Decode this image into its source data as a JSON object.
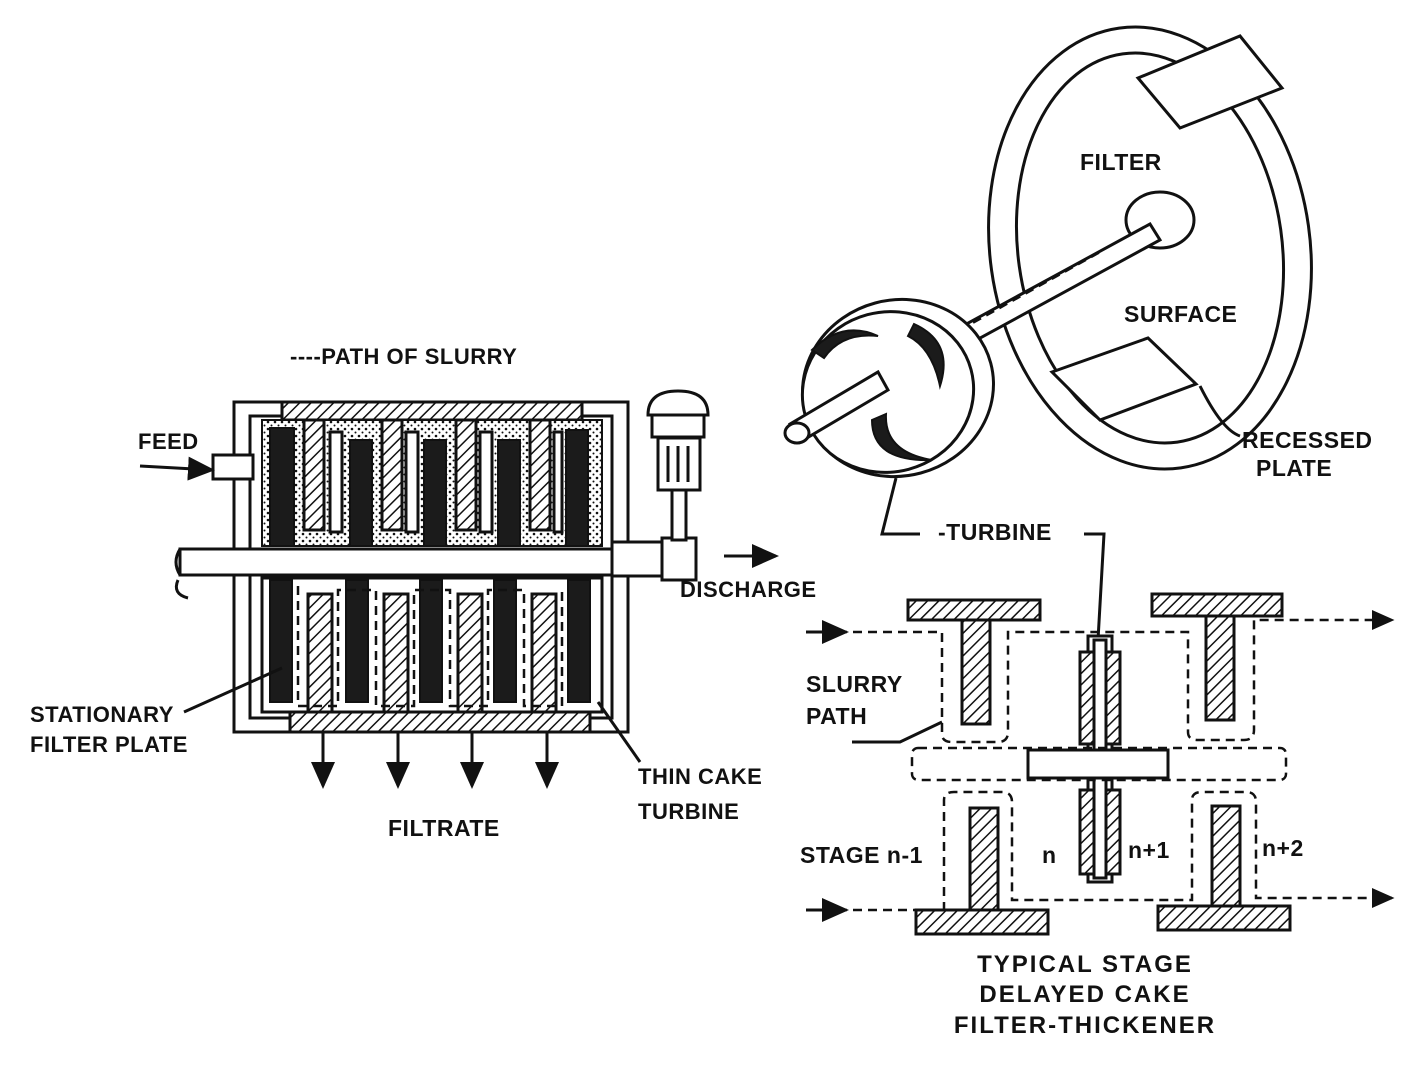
{
  "labels": {
    "path_of_slurry": "----PATH OF SLURRY",
    "feed": "FEED",
    "discharge": "DISCHARGE",
    "stationary_filter_plate_1": "STATIONARY",
    "stationary_filter_plate_2": "FILTER PLATE",
    "filtrate": "FILTRATE",
    "thin_cake_turbine_1": "THIN CAKE",
    "thin_cake_turbine_2": "TURBINE",
    "filter": "FILTER",
    "surface": "SURFACE",
    "recessed_plate_1": "RECESSED",
    "recessed_plate_2": "PLATE",
    "turbine": "-TURBINE",
    "slurry_path_1": "SLURRY",
    "slurry_path_2": "PATH",
    "stage_n_minus_1": "STAGE n-1",
    "stage_n": "n",
    "stage_n_plus_1": "n+1",
    "stage_n_plus_2": "n+2",
    "caption_1": "TYPICAL STAGE",
    "caption_2": "DELAYED CAKE",
    "caption_3": "FILTER-THICKENER"
  }
}
